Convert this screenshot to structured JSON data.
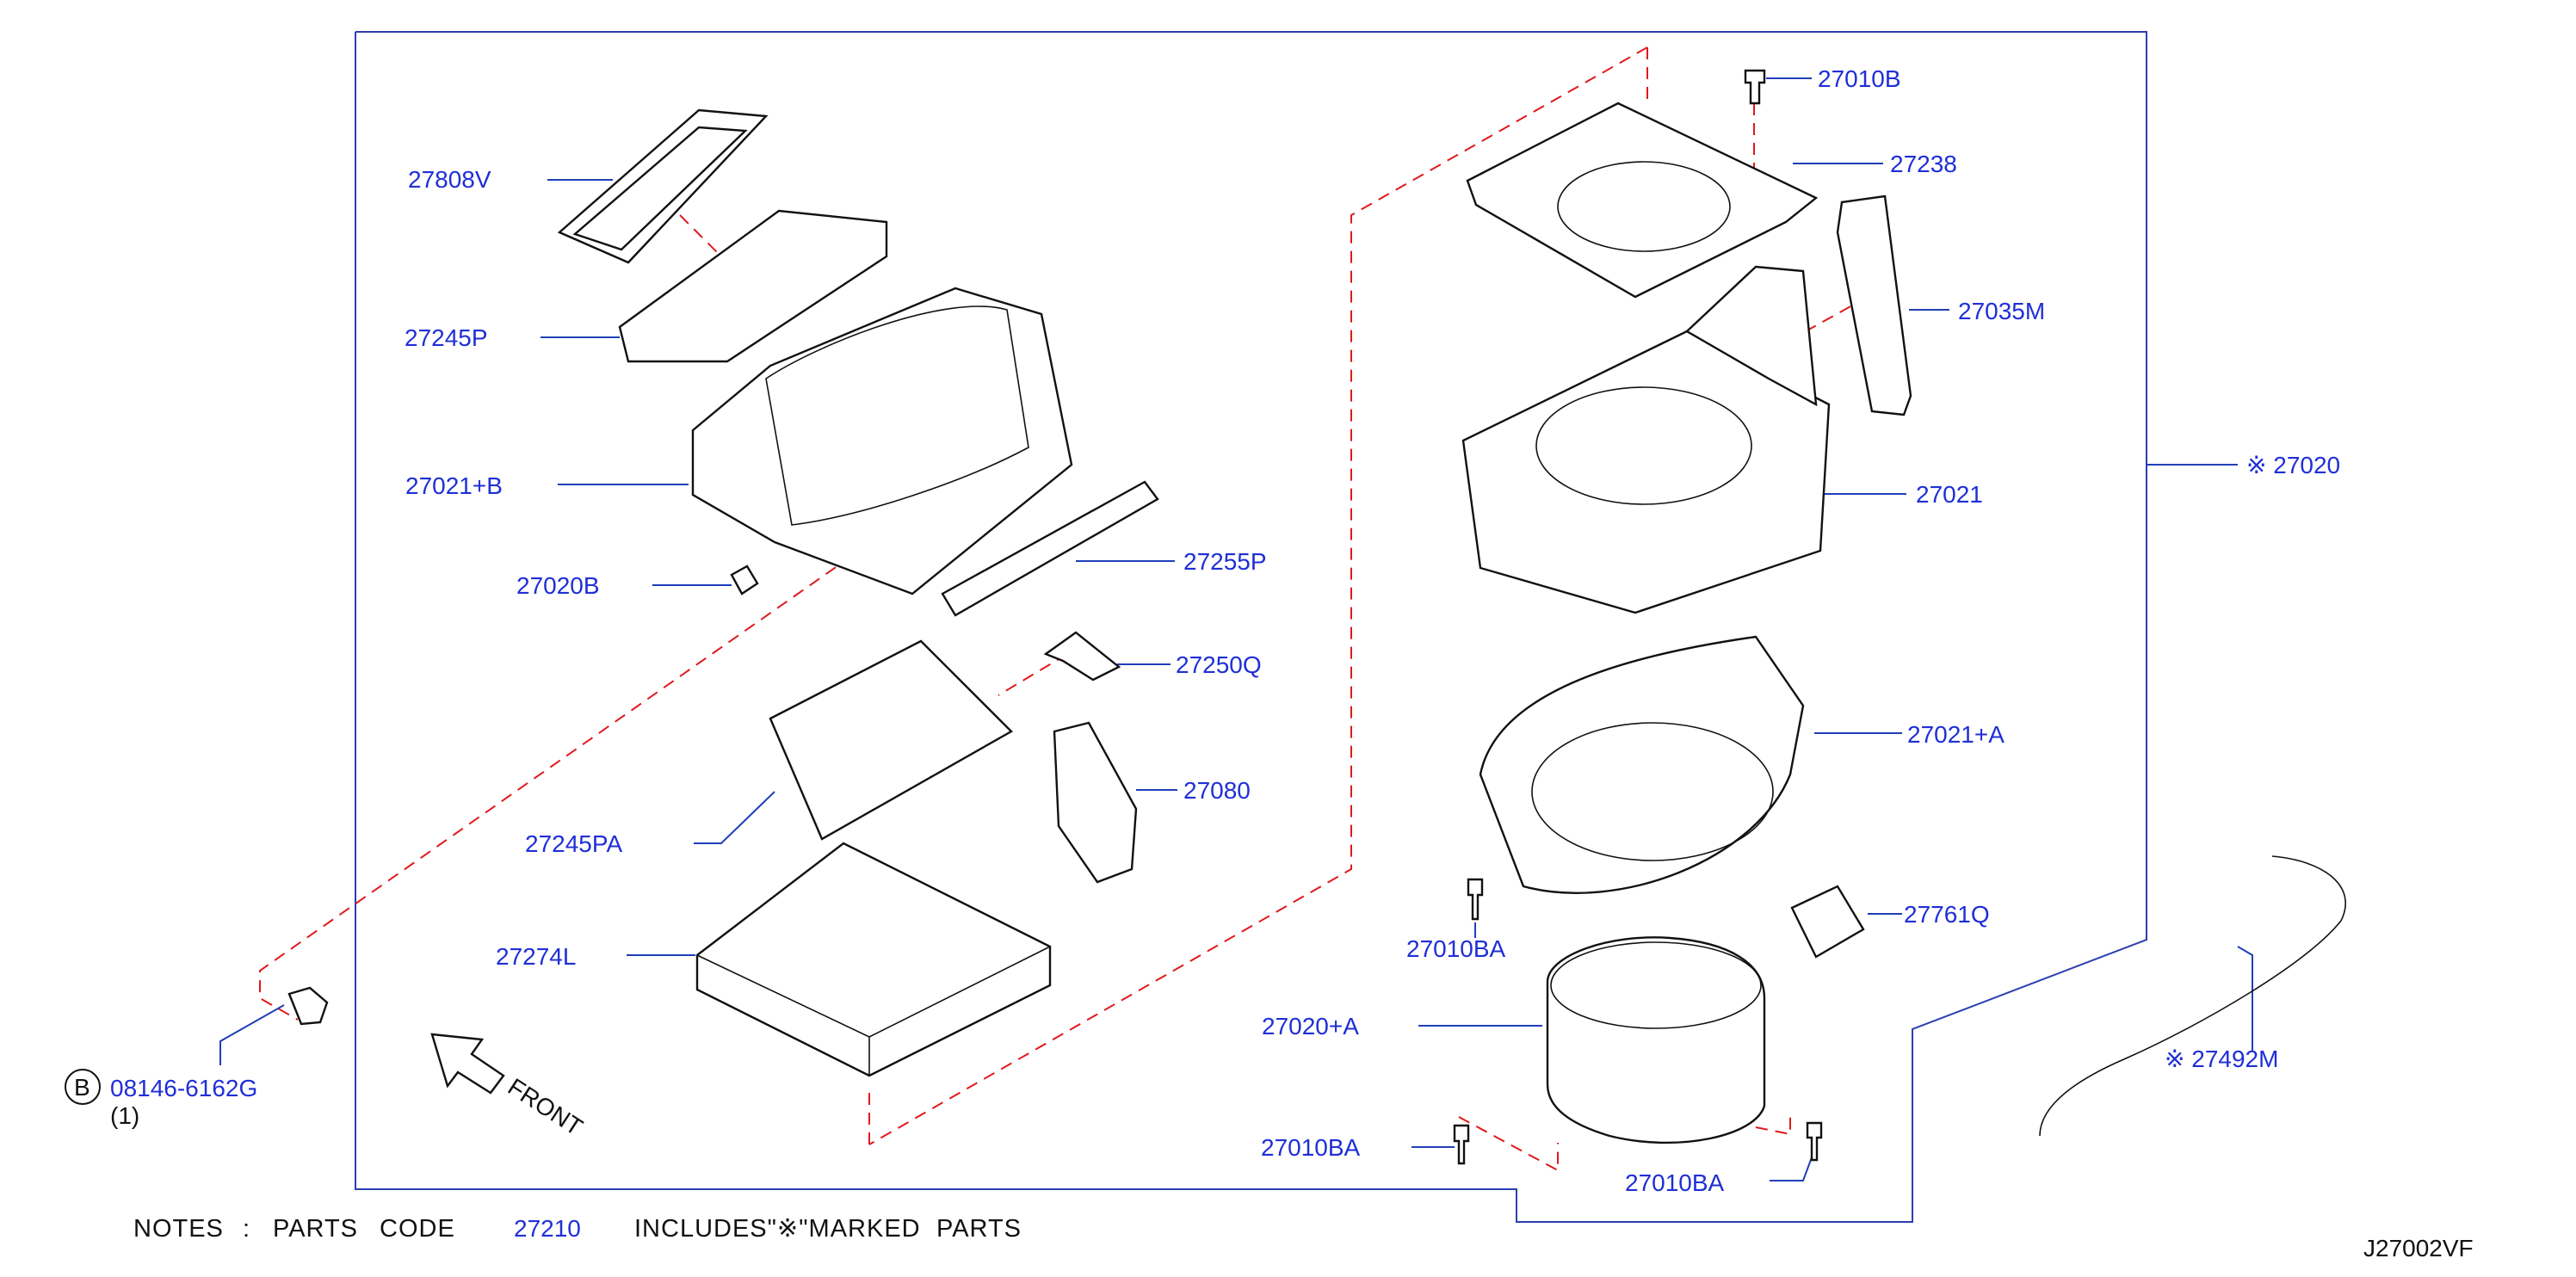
{
  "diagram_code": "J27002VF",
  "front_label": "FRONT",
  "notes": {
    "prefix": "NOTES",
    "colon": ":",
    "parts": "PARTS",
    "code": "CODE",
    "code_value": "27210",
    "includes": "INCLUDES\"※\"MARKED",
    "marked_parts": "PARTS"
  },
  "bolt_callout": {
    "circle_letter": "B",
    "part_number": "08146-6162G",
    "quantity": "(1)"
  },
  "labels": {
    "l27808v": "27808V",
    "l27245p": "27245P",
    "l27021b": "27021+B",
    "l27020b": "27020B",
    "l27255p": "27255P",
    "l27250q": "27250Q",
    "l27080": "27080",
    "l27245pa": "27245PA",
    "l27274l": "27274L",
    "l27010b": "27010B",
    "l27238": "27238",
    "l27035m": "27035M",
    "l27020": "※ 27020",
    "l27021": "27021",
    "l27021a": "27021+A",
    "l27010ba_1": "27010BA",
    "l27761q": "27761Q",
    "l27020a": "27020+A",
    "l27492m": "※ 27492M",
    "l27010ba_2": "27010BA",
    "l27010ba_3": "27010BA"
  }
}
